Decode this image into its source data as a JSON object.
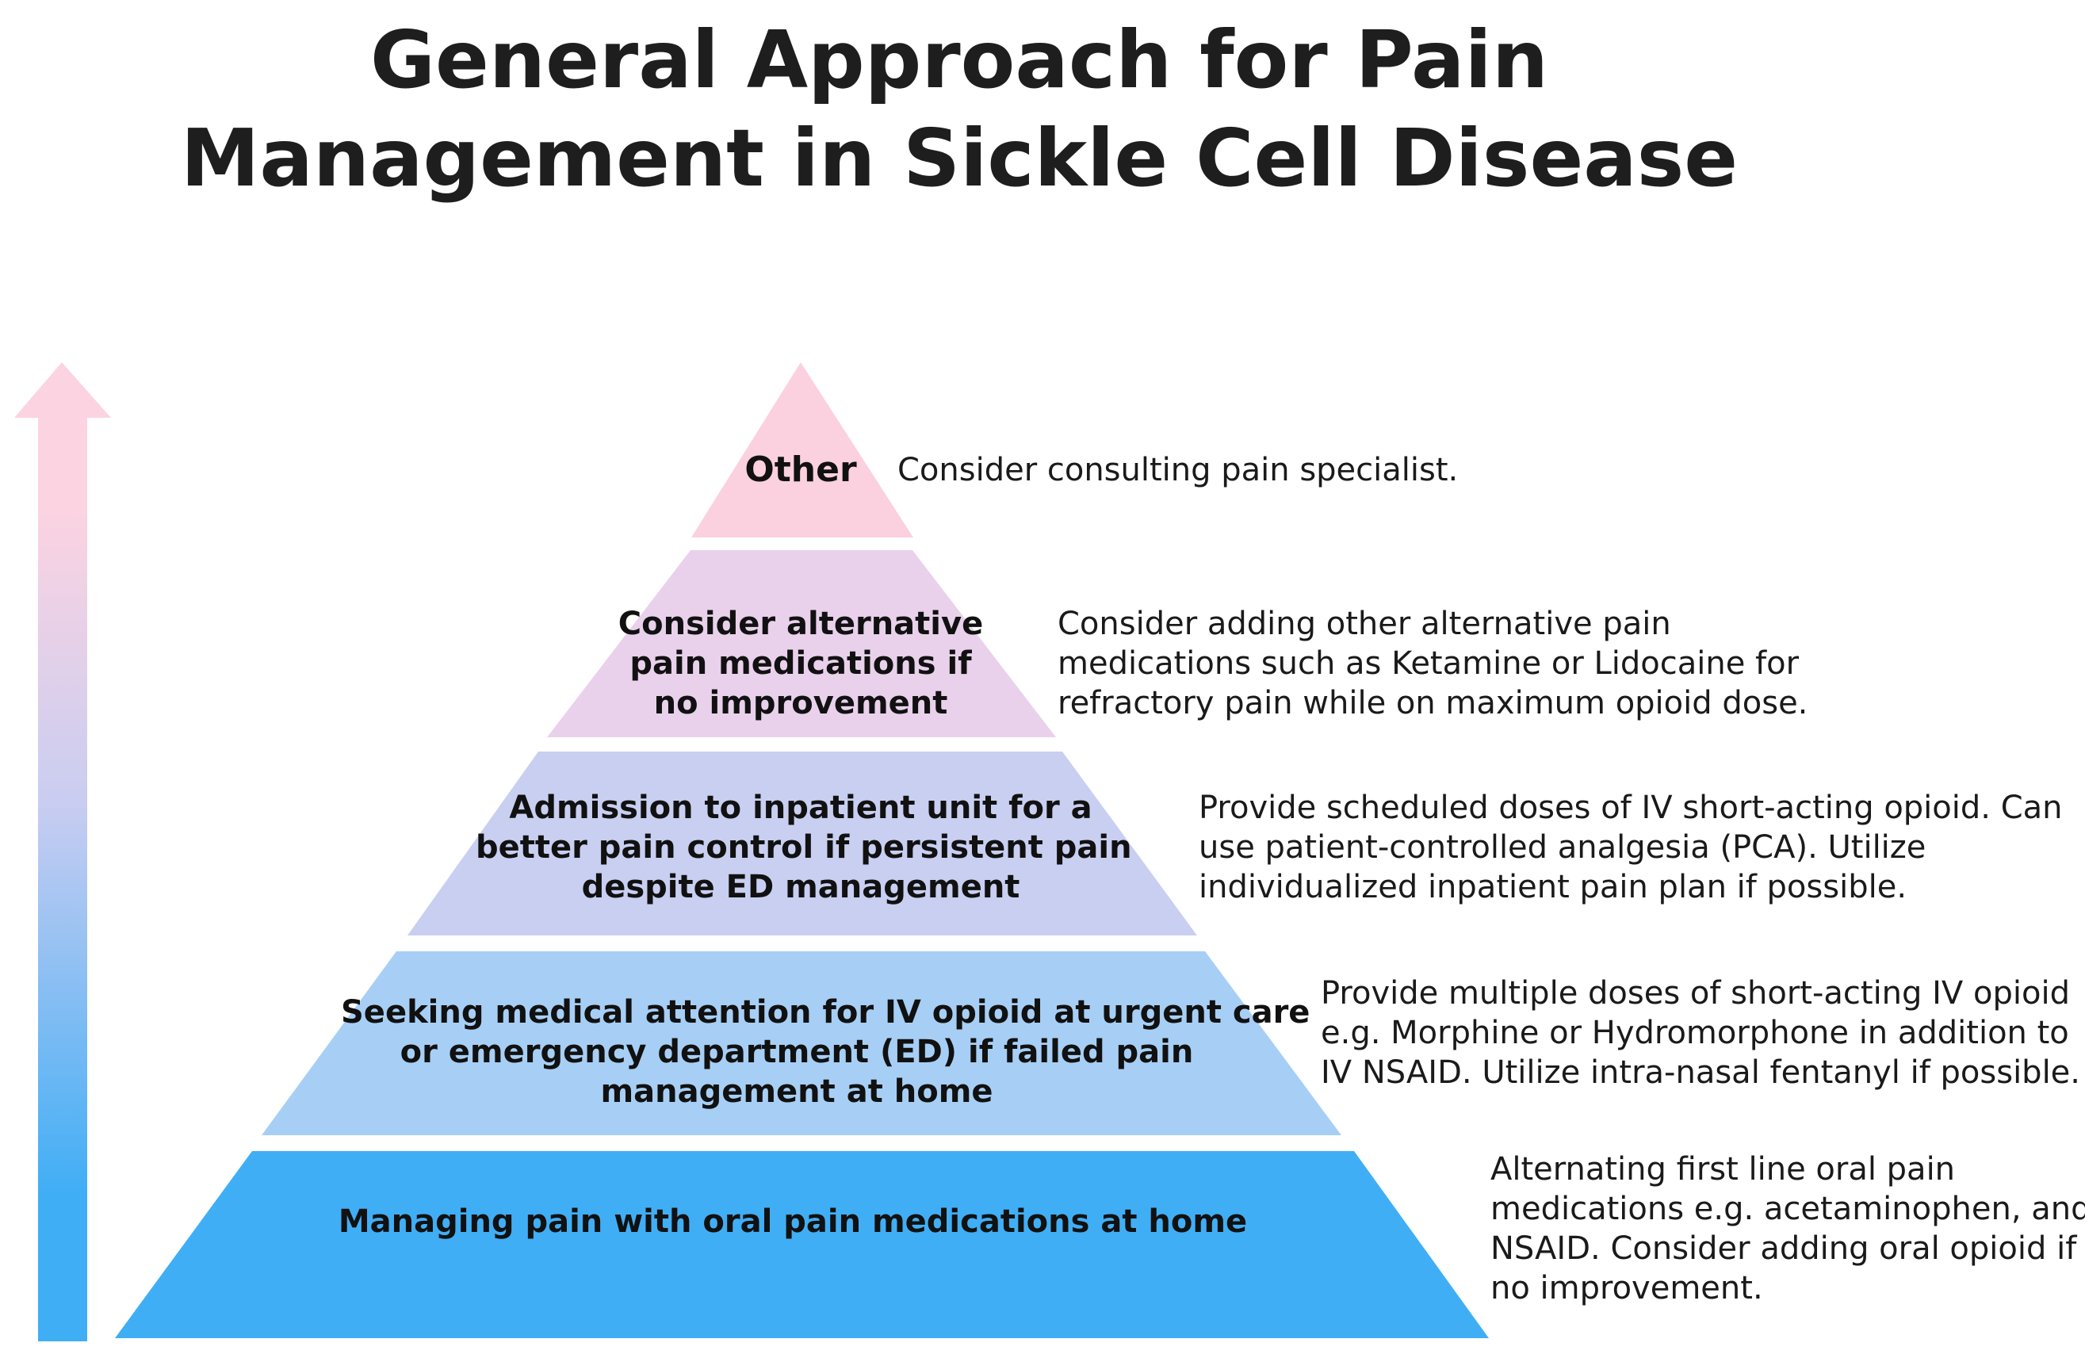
{
  "title": {
    "line1": "General Approach for Pain",
    "line2": "Management in Sickle Cell Disease"
  },
  "colors": {
    "arrow_top": "#fcd3e1",
    "arrow_bottom": "#40aef5",
    "tier_other": "#fbd0df",
    "tier_alternative": "#e9d1ec",
    "tier_admission": "#c9cff1",
    "tier_ed": "#a7cff5",
    "tier_home": "#40aef5"
  },
  "tiers": [
    {
      "label": [
        "Other"
      ],
      "description": [
        "Consider consulting pain specialist."
      ]
    },
    {
      "label": [
        "Consider alternative",
        "pain medications if",
        "no improvement"
      ],
      "description": [
        "Consider adding other alternative pain",
        "medications such as Ketamine or Lidocaine for",
        "refractory pain while on maximum opioid dose."
      ]
    },
    {
      "label": [
        "Admission to inpatient unit for a",
        "better pain control if persistent pain",
        "despite ED management"
      ],
      "description": [
        "Provide scheduled doses of IV short-acting opioid. Can",
        "use patient-controlled analgesia (PCA). Utilize",
        "individualized inpatient pain plan if possible."
      ]
    },
    {
      "label": [
        "Seeking medical attention for IV opioid at urgent care",
        "or emergency department (ED) if failed pain",
        "management at home"
      ],
      "description": [
        "Provide multiple doses of short-acting IV opioid",
        "e.g. Morphine or Hydromorphone in addition to",
        "IV NSAID. Utilize intra-nasal fentanyl if possible."
      ]
    },
    {
      "label": [
        "Managing pain with oral pain medications at home"
      ],
      "description": [
        "Alternating first line oral pain",
        "medications e.g. acetaminophen, and",
        "NSAID. Consider adding oral opioid if",
        "no improvement."
      ]
    }
  ]
}
